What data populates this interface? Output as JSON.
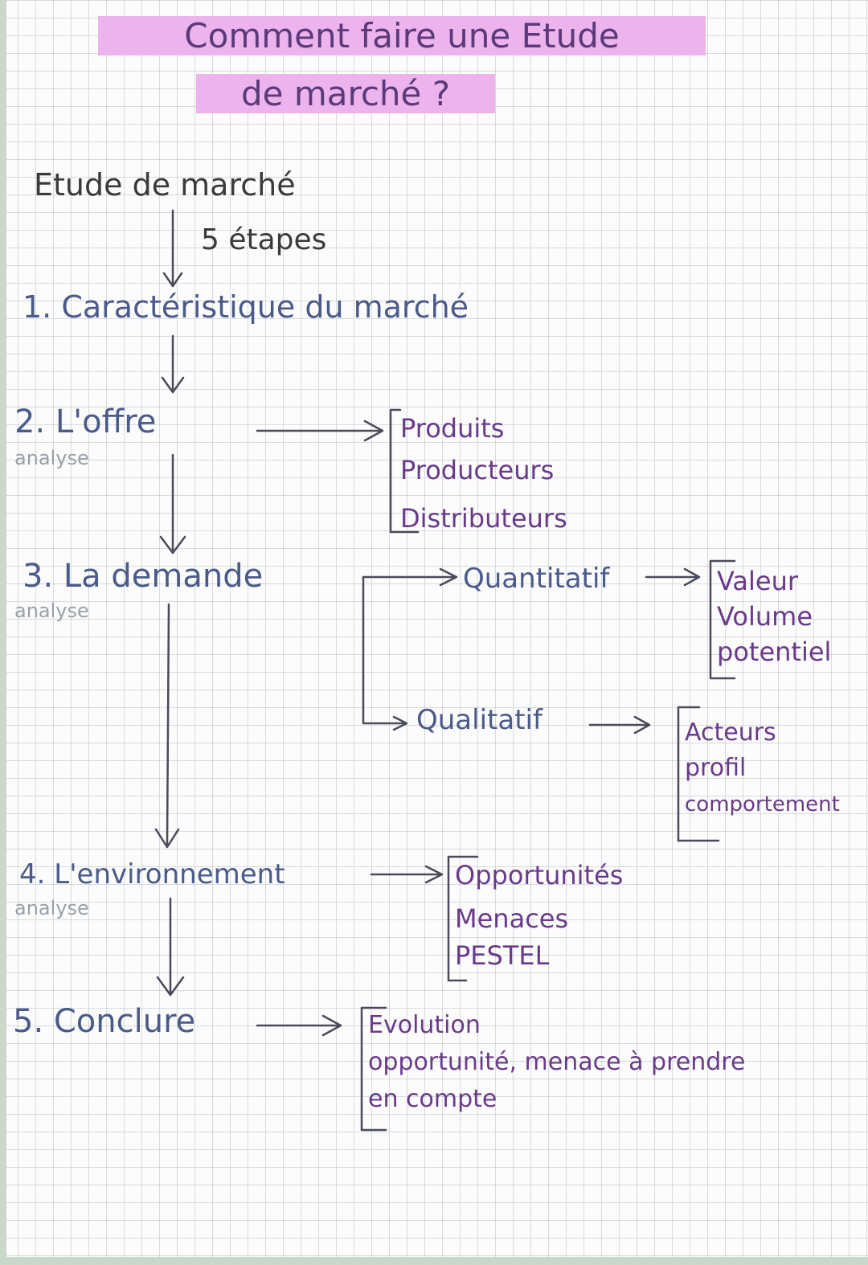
{
  "title": {
    "line1": "Comment faire une Etude",
    "line2": "de marché ?"
  },
  "root": {
    "label": "Etude de marché",
    "arrow_label": "5 étapes"
  },
  "steps": [
    {
      "label": "1. Caractéristique du marché"
    },
    {
      "label": "2. L'offre",
      "note": "analyse",
      "details": [
        "Produits",
        "Producteurs",
        "Distributeurs"
      ]
    },
    {
      "label": "3. La demande",
      "note": "analyse",
      "branches": [
        {
          "label": "Quantitatif",
          "details": [
            "Valeur",
            "Volume",
            "potentiel"
          ]
        },
        {
          "label": "Qualitatif",
          "details": [
            "Acteurs",
            "profil",
            "comportement"
          ]
        }
      ]
    },
    {
      "label": "4. L'environnement",
      "note": "analyse",
      "details": [
        "Opportunités",
        "Menaces",
        "PESTEL"
      ]
    },
    {
      "label": "5. Conclure",
      "details": [
        "Evolution",
        "opportunité, menace à prendre",
        "en compte"
      ]
    }
  ],
  "colors": {
    "highlight": "#ecb3ec",
    "ink": "#4a3f6a",
    "pencil": "#9aa0a8"
  }
}
